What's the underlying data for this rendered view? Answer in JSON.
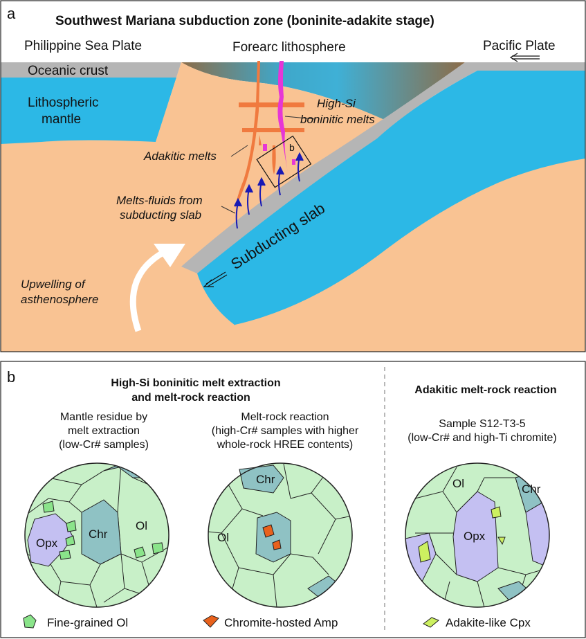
{
  "panel_a": {
    "letter": "a",
    "title": "Southwest Mariana subduction zone (boninite-adakite stage)",
    "philippine": "Philippine Sea Plate",
    "forearc": "Forearc lithosphere",
    "pacific": "Pacific Plate",
    "oceanic_crust": "Oceanic crust",
    "lith_mantle_1": "Lithospheric",
    "lith_mantle_2": "mantle",
    "high_si_1": "High-Si",
    "high_si_2": "boninitic melts",
    "adakitic": "Adakitic melts",
    "box_label": "b",
    "melts_fluids_1": "Melts-fluids from",
    "melts_fluids_2": "subducting slab",
    "slab": "Subducting slab",
    "upwelling_1": "Upwelling of",
    "upwelling_2": "asthenosphere"
  },
  "panel_b": {
    "letter": "b",
    "left_header_1": "High-Si boninitic melt extraction",
    "left_header_2": "and melt-rock reaction",
    "right_header": "Adakitic melt-rock reaction",
    "c1_cap_1": "Mantle residue by",
    "c1_cap_2": "melt extraction",
    "c1_cap_3": "(low-Cr# samples)",
    "c2_cap_1": "Melt-rock reaction",
    "c2_cap_2": "(high-Cr# samples with higher",
    "c2_cap_3": "whole-rock HREE contents)",
    "c3_cap_1": "Sample S12-T3-5",
    "c3_cap_2": "(low-Cr# and high-Ti chromite)",
    "c1_opx": "Opx",
    "c1_chr": "Chr",
    "c1_ol": "Ol",
    "c2_chr": "Chr",
    "c2_ol": "Ol",
    "c3_ol": "Ol",
    "c3_chr": "Chr",
    "c3_opx": "Opx",
    "legend_1": "Fine-grained Ol",
    "legend_2": "Chromite-hosted Amp",
    "legend_3": "Adakite-like Cpx"
  },
  "colors": {
    "mantle": "#f9c393",
    "lith_blue": "#2cb8e6",
    "crust_gray": "#b5b5b5",
    "forearc_brown": "#8c6c48",
    "adakitic_orange": "#f07a3f",
    "boninitic_magenta": "#e636d6",
    "arrow_blue": "#1a1ab4",
    "olivine": "#c8f0c8",
    "chromite": "#8fc2c4",
    "opx": "#c4c0f2",
    "fine_ol": "#8ae48a",
    "amp": "#e8611c",
    "cpx": "#ccf060"
  }
}
